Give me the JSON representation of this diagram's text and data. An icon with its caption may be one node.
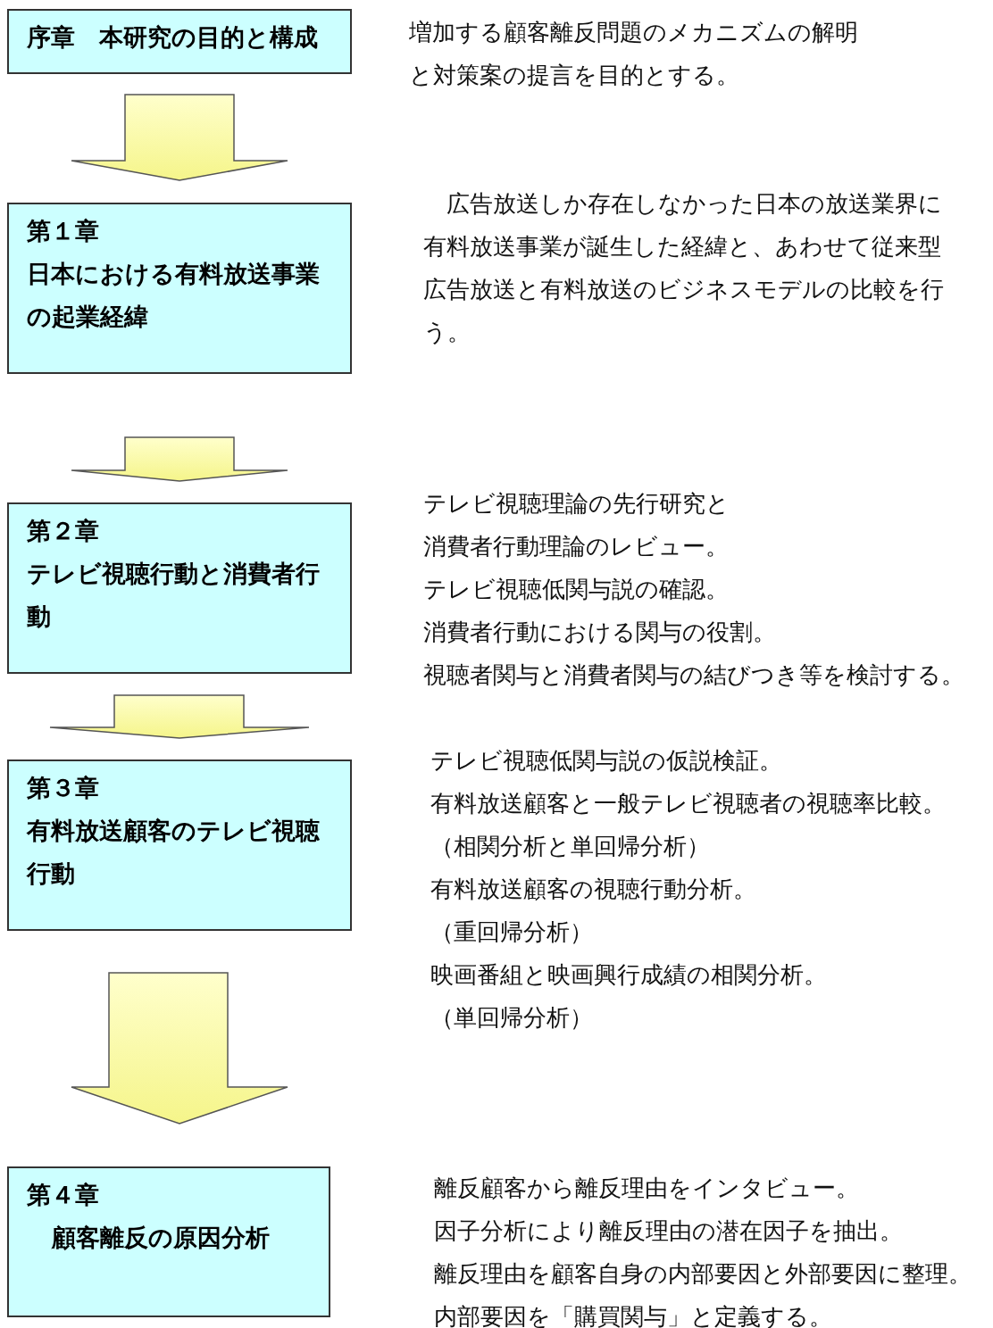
{
  "diagram": {
    "nodes": [
      {
        "text": [
          "序章　本研究の目的と構成"
        ],
        "beside": [
          "増加する顧客離反問題のメカニズムの解明と対策案の提言を目的とする。"
        ]
      },
      {
        "text": [
          "第１章",
          "日本における有料放送事業の起業経緯"
        ],
        "beside": [
          "広告放送しか存在しなかった日本の放送業界に有料放送事業が誕生した経緯と、あわせて従来型広告放送と有料放送のビジネスモデルの比較を行う。"
        ]
      },
      {
        "text": [
          "第２章",
          "テレビ視聴行動と消費者行動"
        ],
        "beside": [
          "テレビ視聴理論の先行研究と",
          "消費者行動理論のレビュー。",
          "テレビ視聴低関与説の確認。",
          "消費者行動における関与の役割。",
          "視聴者関与と消費者関与の結びつき等を検討する。"
        ]
      },
      {
        "text": [
          "第３章",
          "有料放送顧客のテレビ視聴行動"
        ],
        "beside": [
          "テレビ視聴低関与説の仮説検証。",
          "有料放送顧客と一般テレビ視聴者の視聴率比較。",
          "（相関分析と単回帰分析）",
          "有料放送顧客の視聴行動分析。",
          "（重回帰分析）",
          "映画番組と映画興行成績の相関分析。",
          "（単回帰分析）"
        ]
      },
      {
        "text": [
          "第４章",
          "顧客離反の原因分析"
        ],
        "beside": [
          "離反顧客から離反理由をインタビュー。",
          "因子分析により離反理由の潜在因子を抽出。",
          "離反理由を顧客自身の内部要因と外部要因に整理。",
          "内部要因を「購買関与」と定義する。"
        ]
      }
    ],
    "edges": [
      {
        "from": 0,
        "to": 1,
        "arrow": "to"
      },
      {
        "from": 1,
        "to": 2,
        "arrow": "to"
      },
      {
        "from": 2,
        "to": 3,
        "arrow": "to"
      },
      {
        "from": 3,
        "to": 4,
        "arrow": "to"
      }
    ]
  }
}
